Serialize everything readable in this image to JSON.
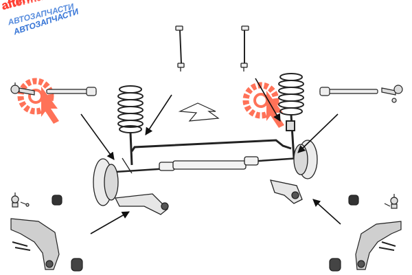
{
  "watermark": {
    "domain": "aftermarket.su",
    "subtitle": "АВТОЗАПЧАСТИ",
    "colors": {
      "logo_red": "#ff3b2f",
      "subtitle_blue": "#3a78d8"
    }
  },
  "diagram": {
    "subject": "front suspension exploded parts",
    "parts": [
      "stabilizer-link-left",
      "stabilizer-link-right",
      "tie-rod-end-left",
      "tie-rod-end-right",
      "inner-tie-rod-left",
      "inner-tie-rod-right",
      "coil-spring-left",
      "coil-spring-right",
      "stabilizer-bar",
      "steering-rack",
      "wheel-hub-left",
      "wheel-hub-right",
      "control-arm-left",
      "control-arm-right",
      "ball-joint-left",
      "ball-joint-right",
      "bushing-left",
      "bushing-right"
    ],
    "colors": {
      "line": "#222222",
      "fill": "#f2f2f2",
      "shade": "#cfcfcf"
    }
  }
}
